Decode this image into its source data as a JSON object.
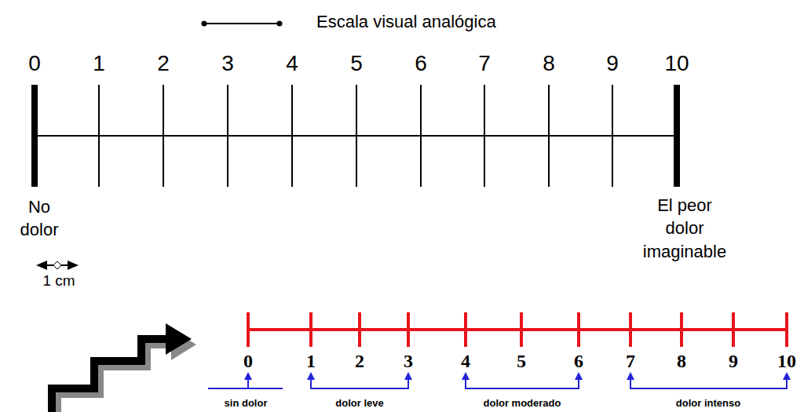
{
  "diagram": {
    "title": "Escala visual analógica",
    "labels": [
      "0",
      "1",
      "2",
      "3",
      "4",
      "5",
      "6",
      "7",
      "8",
      "9",
      "10",
      "No dolor",
      "El peor dolor imaginable",
      "1 cm",
      "0",
      "1",
      "2",
      "3",
      "4",
      "5",
      "6",
      "7",
      "8",
      "9",
      "10",
      "sin dolor",
      "dolor leve",
      "dolor moderado",
      "dolor intenso"
    ]
  }
}
